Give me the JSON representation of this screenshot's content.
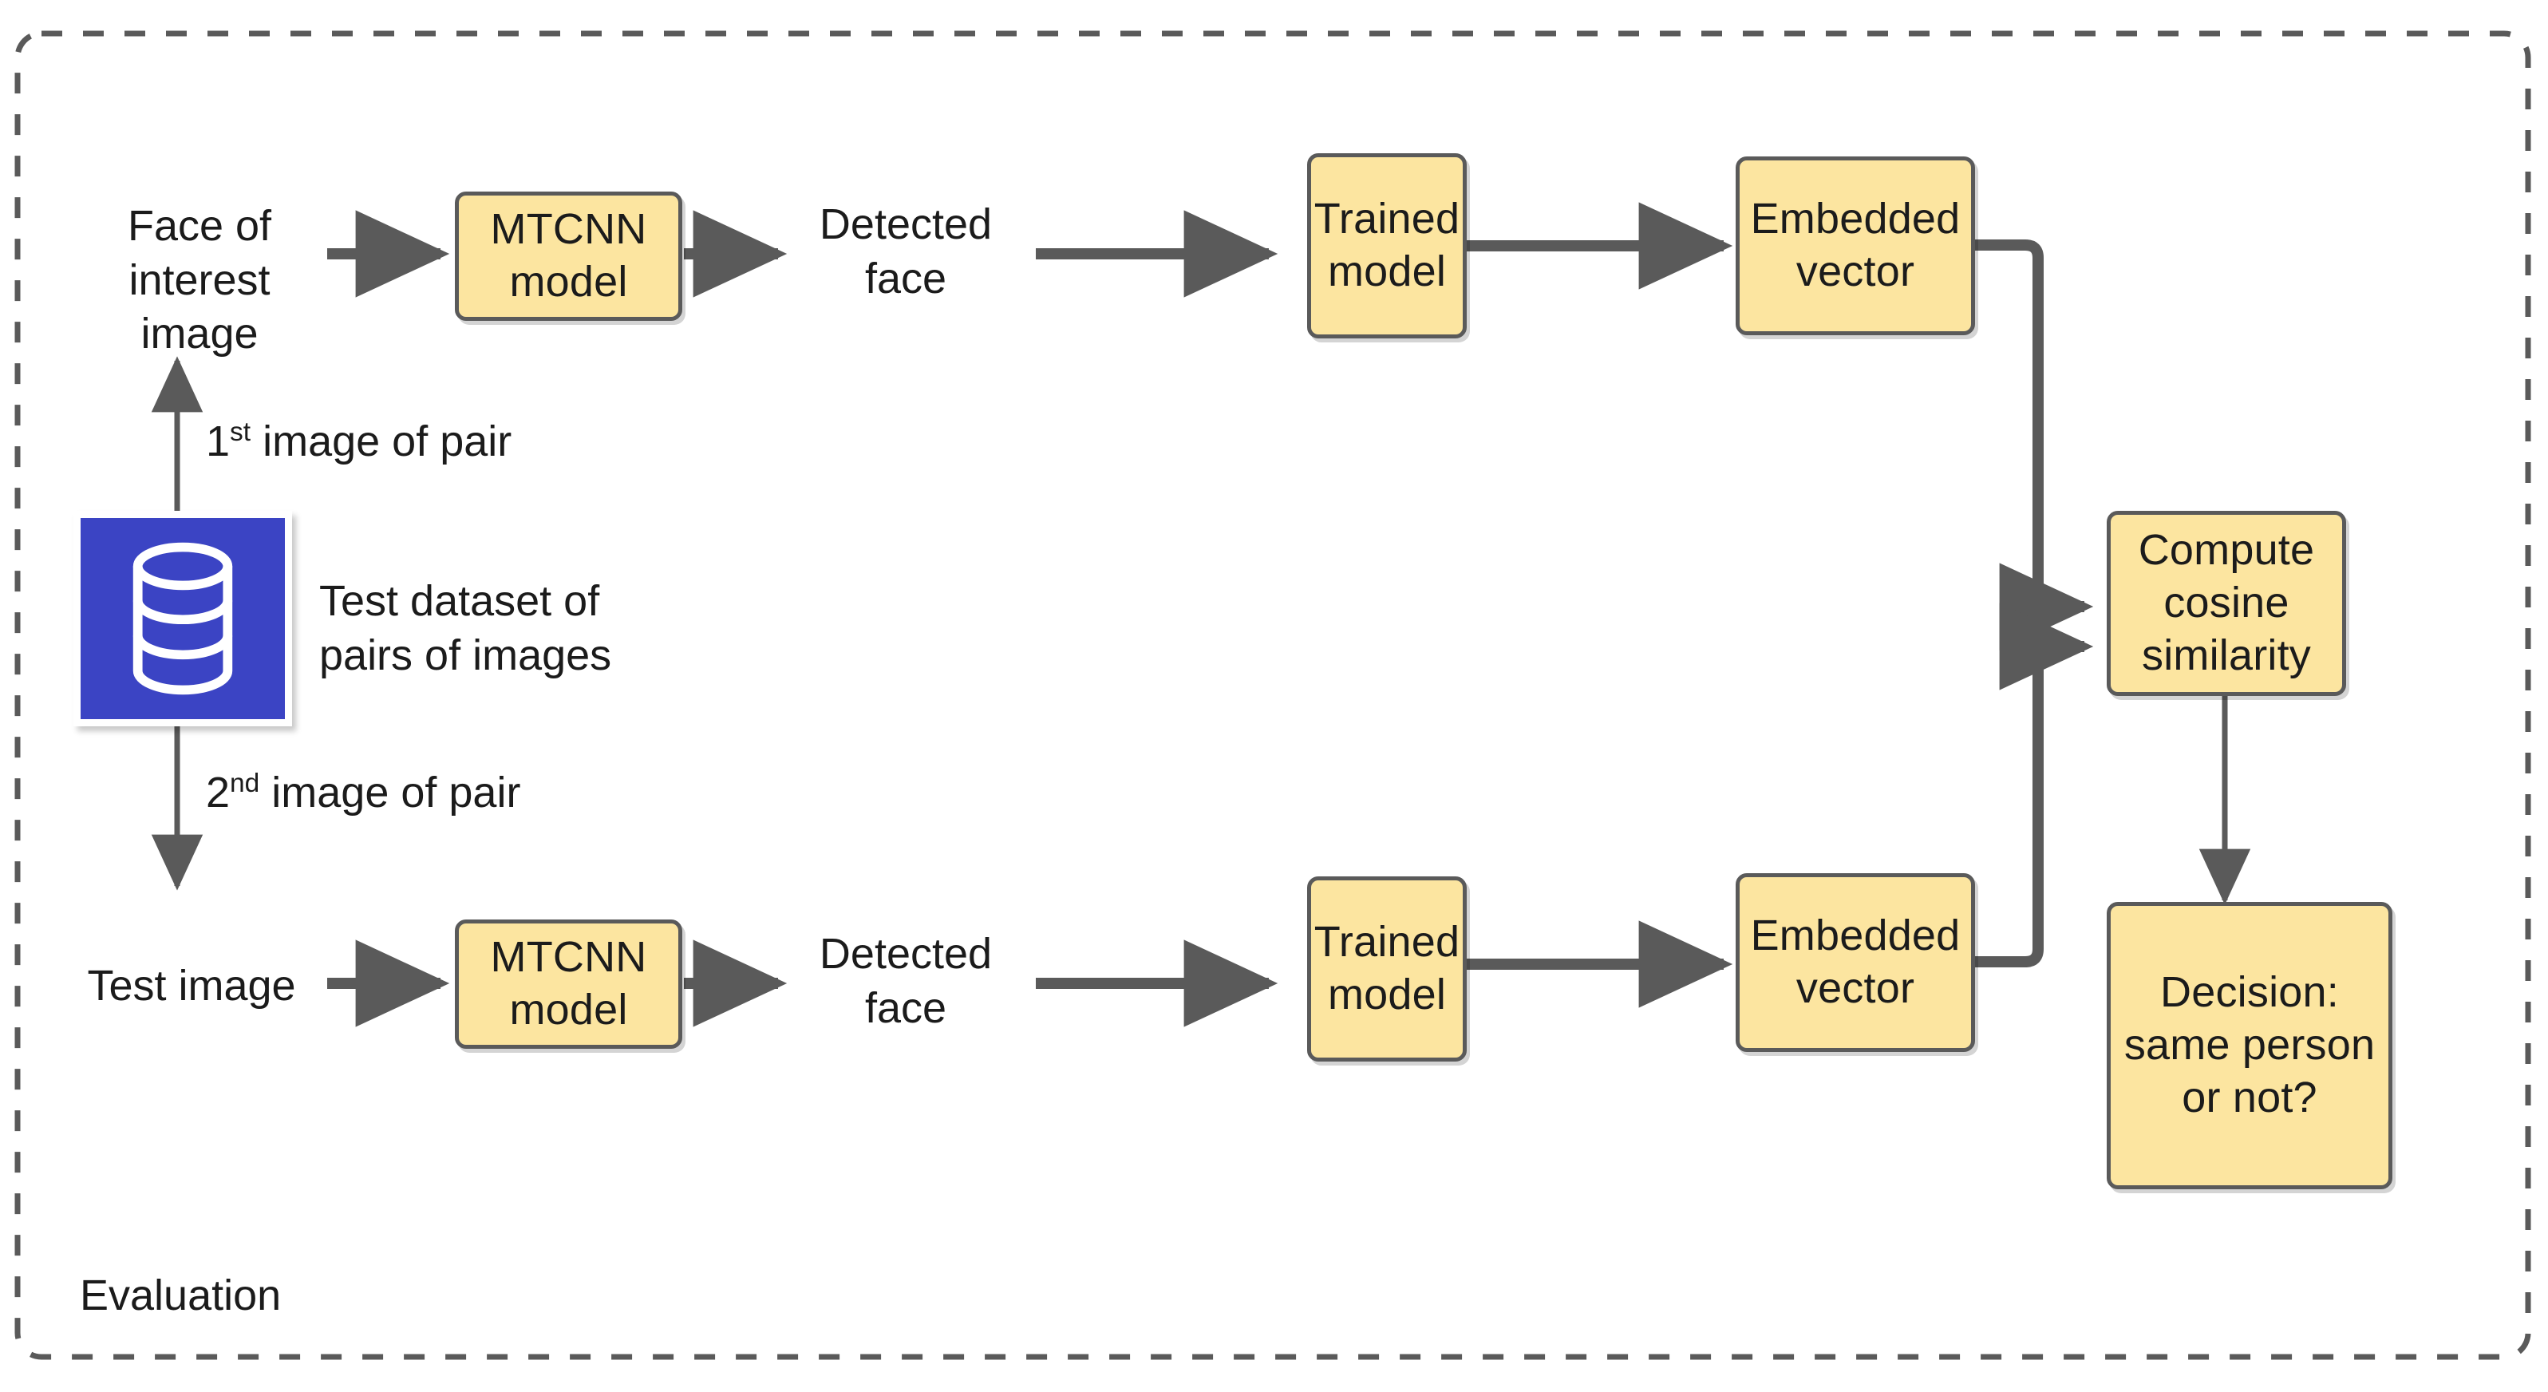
{
  "diagram": {
    "container_label": "Evaluation",
    "colors": {
      "node_fill": "#FCE5A0",
      "node_border": "#5A5A5A",
      "stroke": "#5A5A5A",
      "database_blue": "#3B44C4",
      "text": "#1b1b1b",
      "container_border": "#5A5A5A"
    }
  },
  "nodes": {
    "mtcnn_top": "MTCNN\nmodel",
    "mtcnn_bottom": "MTCNN\nmodel",
    "trained_top": "Trained\nmodel",
    "trained_bottom": "Trained\nmodel",
    "embedded_top": "Embedded\nvector",
    "embedded_bottom": "Embedded\nvector",
    "compute": "Compute\ncosine\nsimilarity",
    "decision": "Decision:\nsame person\nor not?"
  },
  "labels": {
    "face_of_interest": "Face of\ninterest image",
    "detected_face_top": "Detected\nface",
    "detected_face_bottom": "Detected\nface",
    "test_image": "Test image",
    "dataset": "Test dataset of\npairs of images",
    "first_image_prefix": "1",
    "first_image_sup": "st",
    "first_image_rest": " image of pair",
    "second_image_prefix": "2",
    "second_image_sup": "nd",
    "second_image_rest": " image of pair",
    "evaluation": "Evaluation"
  },
  "icons": {
    "database": "database-icon"
  }
}
